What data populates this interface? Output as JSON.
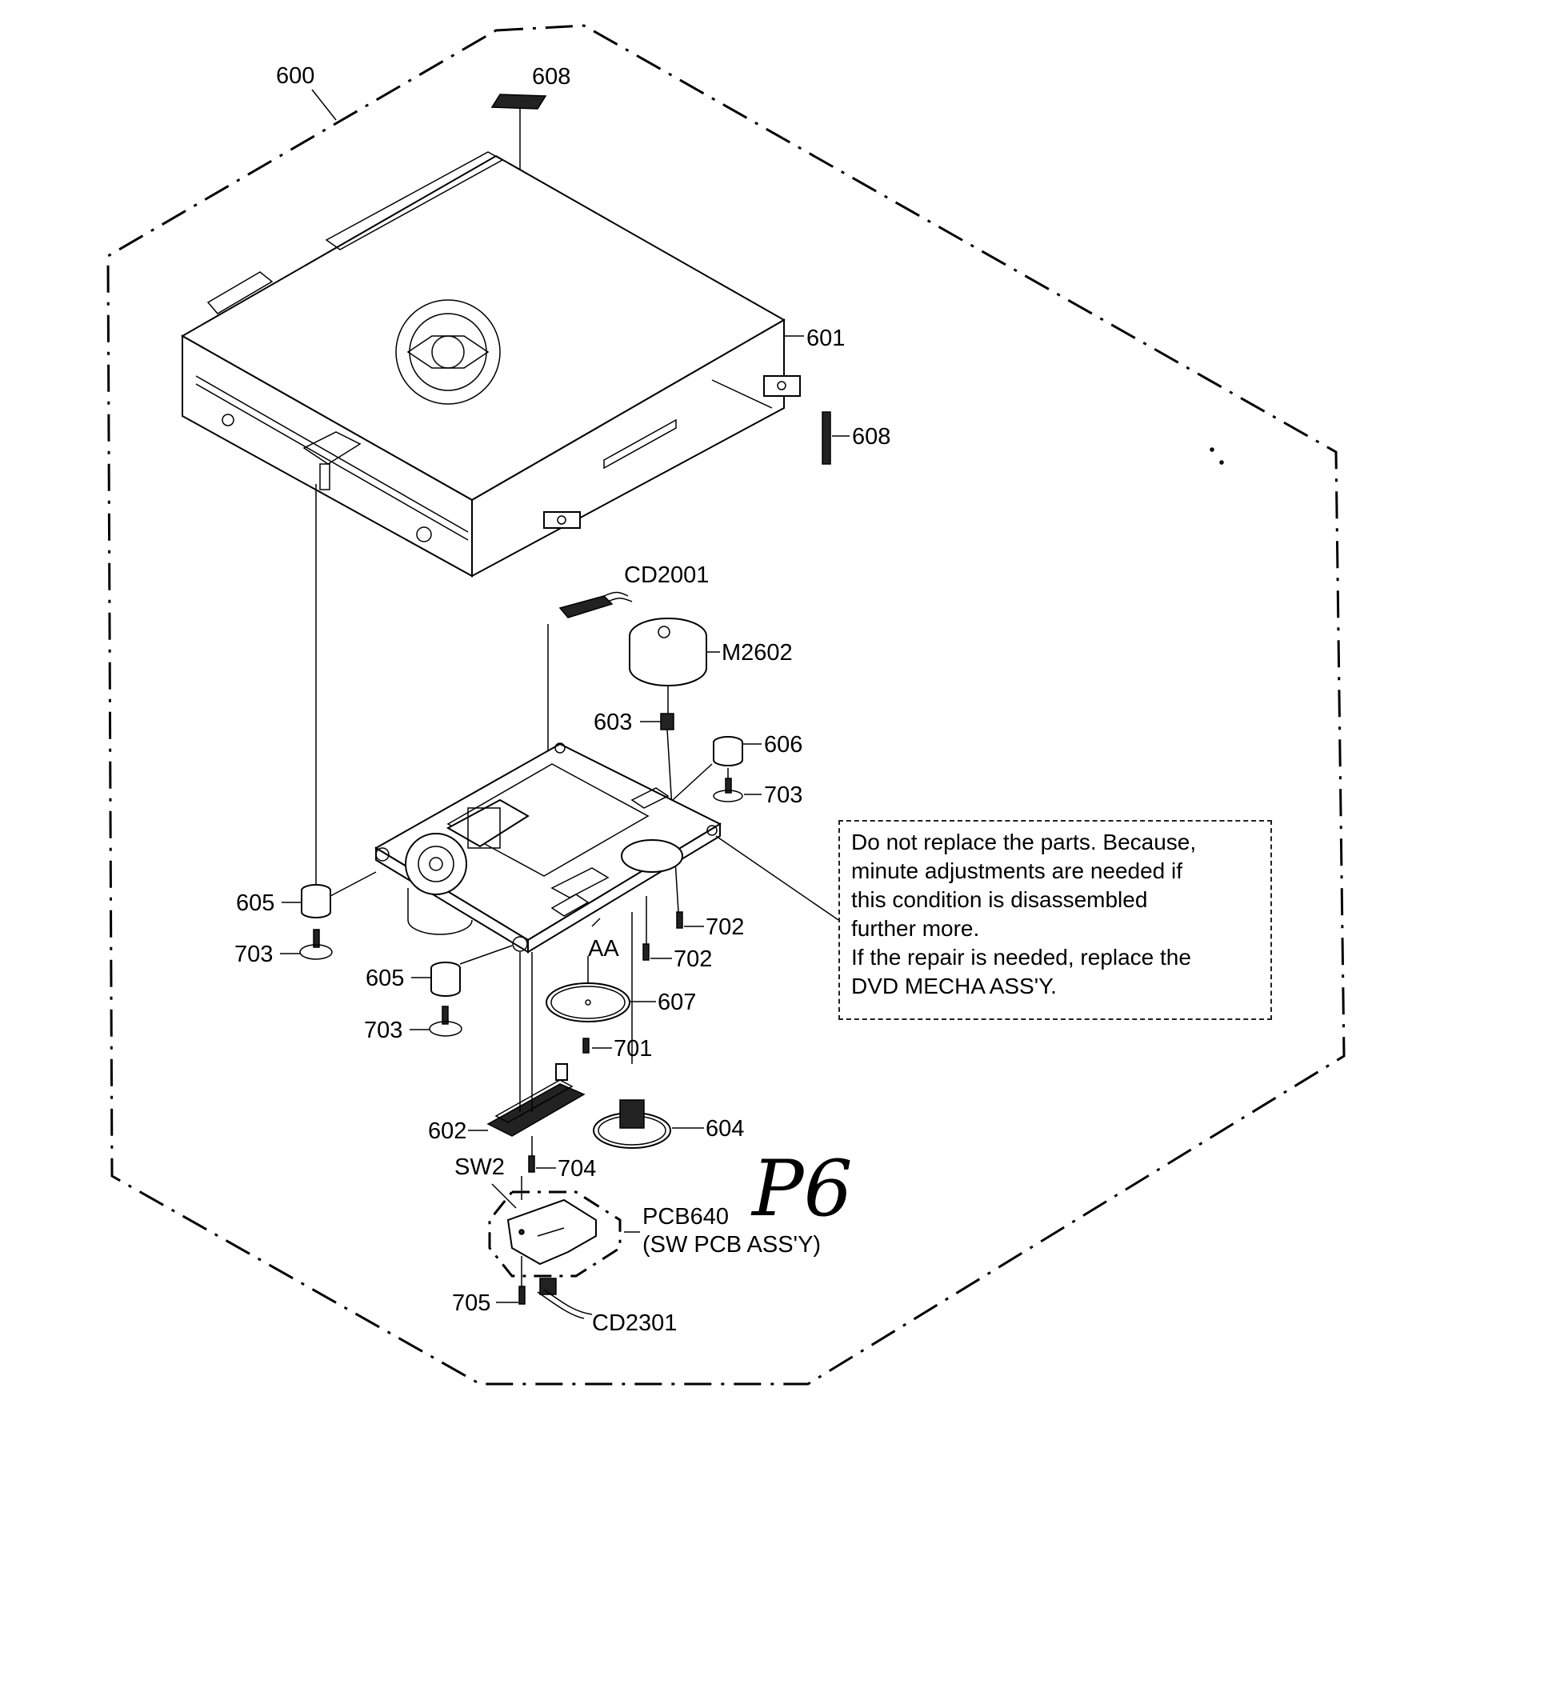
{
  "labels": {
    "l600": "600",
    "l608a": "608",
    "l601": "601",
    "l608b": "608",
    "lCD2001": "CD2001",
    "lM2602": "M2602",
    "l603": "603",
    "l606": "606",
    "l703a": "703",
    "l605a": "605",
    "l703b": "703",
    "l605b": "605",
    "l703c": "703",
    "l702a": "702",
    "l702b": "702",
    "lAA": "AA",
    "l607": "607",
    "l701": "701",
    "l602": "602",
    "l604": "604",
    "lSW2": "SW2",
    "l704": "704",
    "lPCB640": "PCB640",
    "lSWPCB": "(SW PCB ASS'Y)",
    "l705": "705",
    "lCD2301": "CD2301"
  },
  "note": {
    "line1": "Do not replace the parts. Because,",
    "line2": "minute adjustments are needed if",
    "line3": "this condition is disassembled",
    "line4": "further more.",
    "line5": "If the repair is needed, replace the",
    "line6": "DVD MECHA ASS'Y."
  },
  "handwritten_mark": "P6"
}
